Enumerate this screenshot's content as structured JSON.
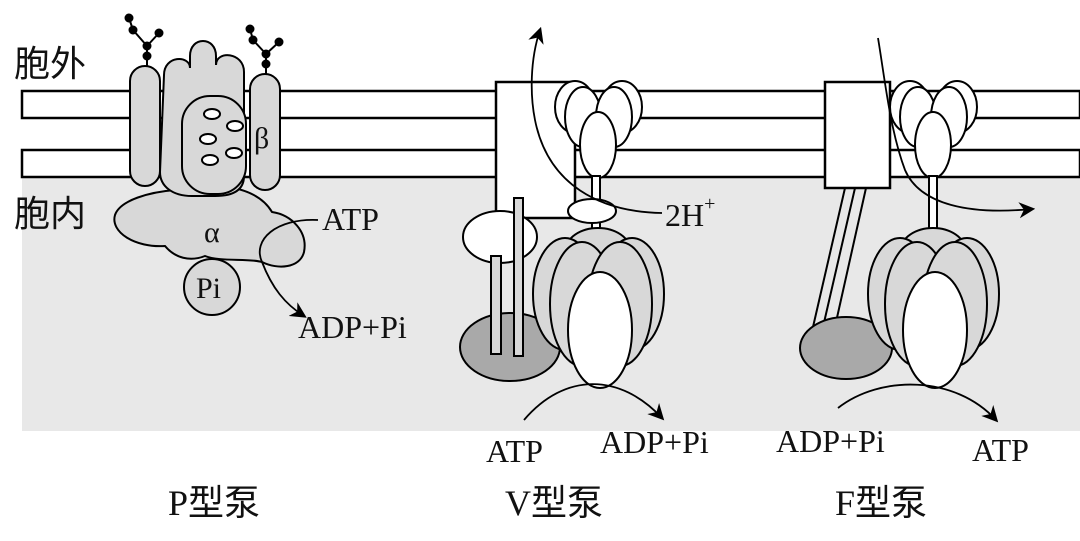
{
  "regions": {
    "outside": "胞外",
    "inside": "胞内"
  },
  "p_pump": {
    "name": "P型泵",
    "subunit_alpha": "α",
    "subunit_beta": "β",
    "phosphate": "Pi",
    "substrate": "ATP",
    "product": "ADP+Pi"
  },
  "v_pump": {
    "name": "V型泵",
    "ion": "2H",
    "ion_charge": "+",
    "substrate": "ATP",
    "product": "ADP+Pi"
  },
  "f_pump": {
    "name": "F型泵",
    "substrate": "ADP+Pi",
    "product": "ATP"
  },
  "colors": {
    "cytoplasm": "#e8e8e8",
    "protein_light": "#d8d8d8",
    "protein_dark": "#a9a9a9",
    "membrane": "#ffffff",
    "stroke": "#000000"
  }
}
